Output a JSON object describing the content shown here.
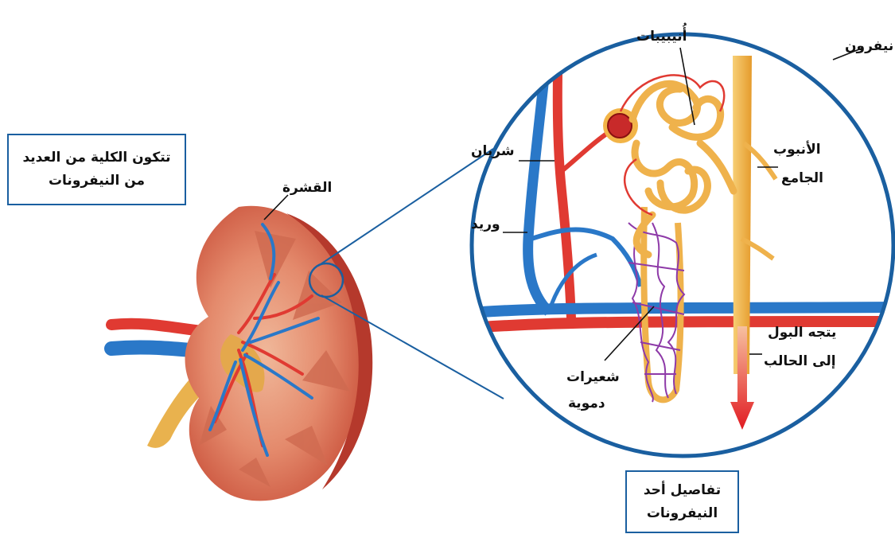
{
  "callout_left": {
    "line1": "تتكون الكلية من العديد",
    "line2": "من النيفرونات"
  },
  "callout_bottom": {
    "line1": "تفاصيل أحد",
    "line2": "النيفرونات"
  },
  "labels": {
    "cortex": "القشرة",
    "tubules": "أُنيبيبات",
    "nephron": "نيفرون",
    "artery": "شريان",
    "vein": "وريد",
    "collecting_duct_1": "الأنبوب",
    "collecting_duct_2": "الجامع",
    "urine_1": "يتجه البول",
    "urine_2": "إلى الحالب",
    "capillaries_1": "شعيرات",
    "capillaries_2": "دموية"
  },
  "colors": {
    "frame_blue": "#1a5fa0",
    "artery_red": "#e03a32",
    "vein_blue": "#2a78c8",
    "tubule_orange": "#f2b447",
    "capillary_purple": "#8e3aa8",
    "kidney_tissue": "#e0876a",
    "urine_arrow": "#e11b22"
  }
}
